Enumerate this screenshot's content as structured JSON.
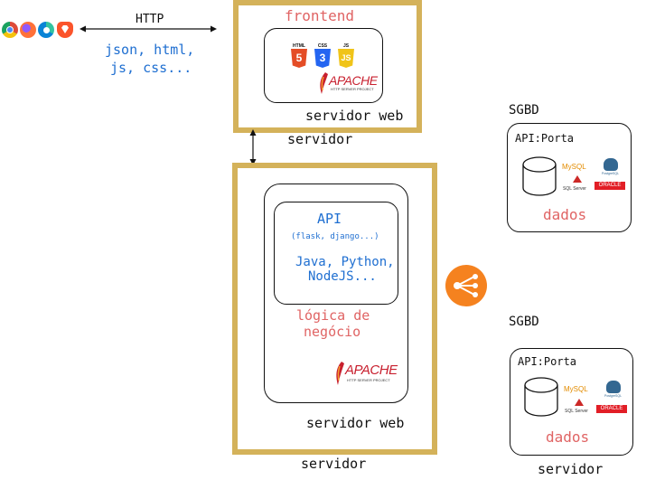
{
  "protocol": {
    "label": "HTTP",
    "formats_line1": "json, html,",
    "formats_line2": "js, css..."
  },
  "browsers": [
    {
      "name": "chrome-icon",
      "color": "#dd4b39"
    },
    {
      "name": "firefox-icon",
      "color": "#ff7139"
    },
    {
      "name": "edge-icon",
      "color": "#0a84d6"
    },
    {
      "name": "brave-icon",
      "color": "#fb542b"
    }
  ],
  "frontend_server": {
    "title": "frontend",
    "web_server_label": "servidor web",
    "server_label": "servidor",
    "tech_logos": [
      {
        "name": "html5-icon",
        "text": "HTML",
        "glyph": "5",
        "color": "#e44d26"
      },
      {
        "name": "css3-icon",
        "text": "CSS",
        "glyph": "3",
        "color": "#2465f1"
      },
      {
        "name": "js-icon",
        "text": "JS",
        "glyph": "JS",
        "color": "#f7df1e"
      }
    ],
    "apache": {
      "logo": "APACHE",
      "tagline": "HTTP SERVER PROJECT"
    }
  },
  "backend_server": {
    "api_title": "API",
    "frameworks": "(flask, django...)",
    "languages_line1": "Java, Python,",
    "languages_line2": "NodeJS...",
    "business_logic_line1": "lógica de",
    "business_logic_line2": "negócio",
    "apache": {
      "logo": "APACHE",
      "tagline": "HTTP SERVER PROJECT"
    },
    "web_server_label": "servidor web",
    "server_label": "servidor"
  },
  "databases": [
    {
      "sgbd_label": "SGBD",
      "api_port": "API:Porta",
      "data_label": "dados",
      "logos": {
        "mysql": "MySQL",
        "postgres": "PostgreSQL",
        "sqlserver": "SQL Server",
        "oracle": "ORACLE"
      }
    },
    {
      "sgbd_label": "SGBD",
      "api_port": "API:Porta",
      "data_label": "dados",
      "server_label": "servidor",
      "logos": {
        "mysql": "MySQL",
        "postgres": "PostgreSQL",
        "sqlserver": "SQL Server",
        "oracle": "ORACLE"
      }
    }
  ],
  "colors": {
    "gold": "#d4b25a",
    "blue_text": "#1f6fd1",
    "red_text": "#e06464",
    "load_balancer": "#f5821f"
  }
}
